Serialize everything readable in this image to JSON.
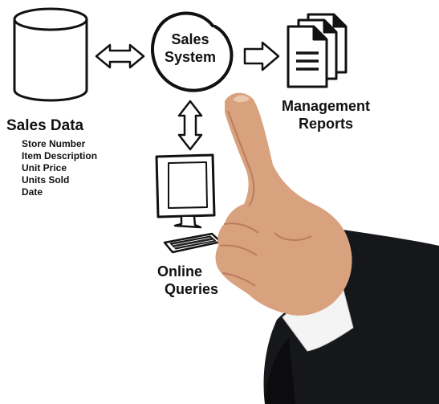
{
  "sales_system": {
    "line1": "Sales",
    "line2": "System"
  },
  "management_reports": {
    "line1": "Management",
    "line2": "Reports"
  },
  "sales_data": {
    "title": "Sales Data",
    "fields": [
      "Store Number",
      "Item Description",
      "Unit Price",
      "Units Sold",
      "Date"
    ]
  },
  "online_queries": {
    "line1": "Online",
    "line2": "Queries"
  },
  "colors": {
    "ink": "#111111",
    "skin": "#d9a27e",
    "skin_shadow": "#b97d5c",
    "suit": "#16171b",
    "shirt_cuff": "#f4f4f4"
  },
  "icons": [
    "database-cylinder-icon",
    "documents-stack-icon",
    "computer-monitor-icon",
    "keyboard-icon",
    "double-arrow-icon",
    "right-arrow-icon",
    "pointing-hand-image"
  ]
}
